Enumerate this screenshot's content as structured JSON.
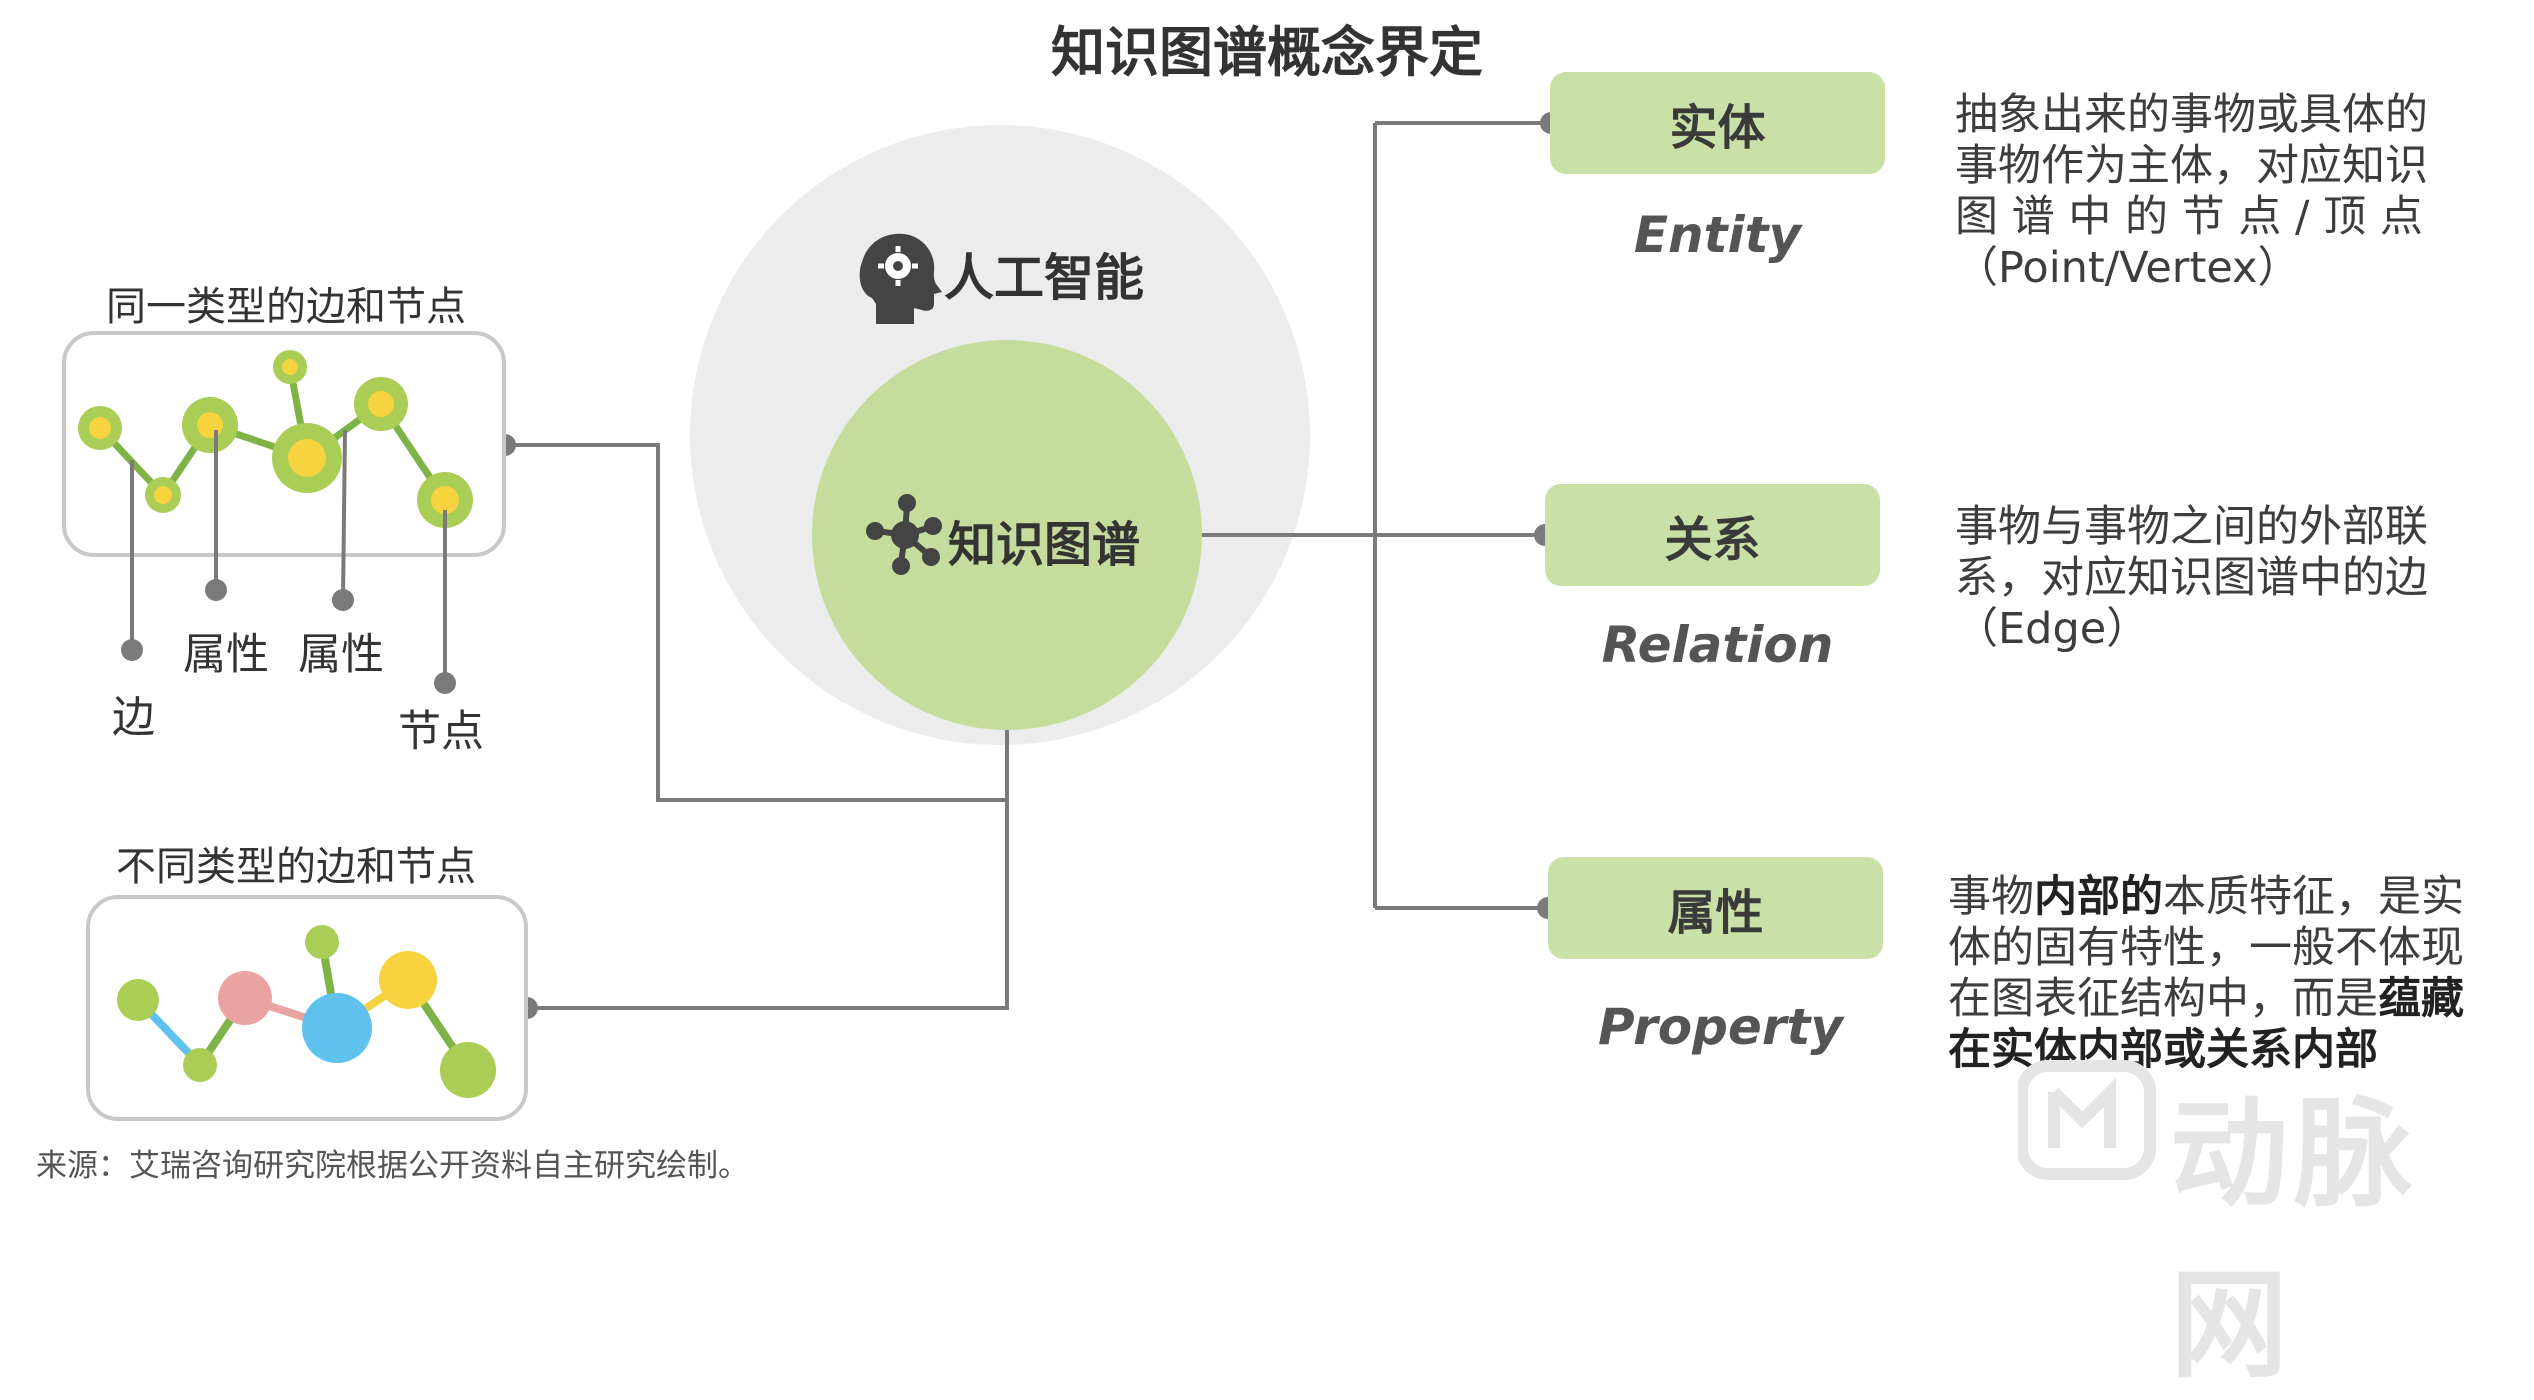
{
  "title": "知识图谱概念界定",
  "center": {
    "outer_label": "人工智能",
    "outer_icon": "head-gear-icon",
    "inner_label": "知识图谱",
    "inner_icon": "network-icon"
  },
  "left": {
    "same_type_title": "同一类型的边和节点",
    "diff_type_title": "不同类型的边和节点",
    "labels": {
      "edge": "边",
      "property_1": "属性",
      "property_2": "属性",
      "node": "节点"
    }
  },
  "categories": [
    {
      "cn": "实体",
      "en": "Entity",
      "desc": [
        "抽象出来的事物或具体的",
        "事物作为主体，对应知识",
        "图 谱 中 的 节 点 / 顶 点",
        "（Point/Vertex）"
      ]
    },
    {
      "cn": "关系",
      "en": "Relation",
      "desc": [
        "事物与事物之间的外部联",
        "系，对应知识图谱中的边",
        "（Edge）"
      ]
    },
    {
      "cn": "属性",
      "en": "Property",
      "desc_parts": {
        "l1a": "事物",
        "l1b": "内部的",
        "l1c": "本质特征，是实",
        "l2": "体的固有特性，一般不体现",
        "l3a": "在图表征结构中，而是",
        "l3b": "蕴藏",
        "l4": "在实体内部或关系内部"
      }
    }
  ],
  "source": "来源：艾瑞咨询研究院根据公开资料自主研究绘制。",
  "watermark": "动脉网",
  "colors": {
    "green_box": "#c9e0a6",
    "inner_circle": "#c5dc9d",
    "outer_circle": "#ececec",
    "node_green": "#a9cd55",
    "node_yellow": "#f7d33f",
    "node_pink": "#e9a3a3",
    "node_blue": "#5fc2ee",
    "line_gray": "#7a7a7a"
  }
}
